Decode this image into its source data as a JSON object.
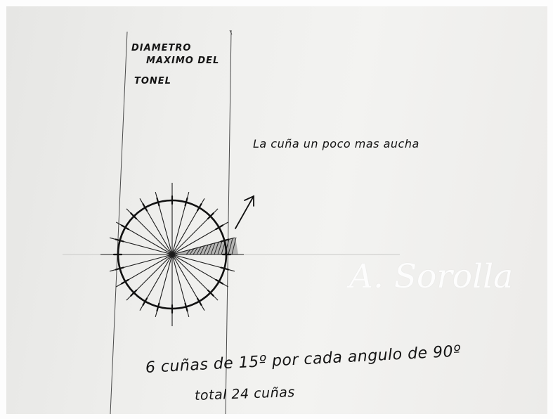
{
  "notes": {
    "diameter_line1": "DIAMETRO",
    "diameter_line2": "MAXIMO DEL",
    "diameter_line3": "TONEL",
    "wedge_note": "La cuña un poco mas aucha",
    "main_note": "6 cuñas de 15º por cada angulo de 90º",
    "total_note": "total 24 cuñas"
  },
  "watermark": {
    "text": "A. Sorolla"
  },
  "drawing": {
    "wedge_count": 24,
    "wedge_angle_deg": 15
  }
}
